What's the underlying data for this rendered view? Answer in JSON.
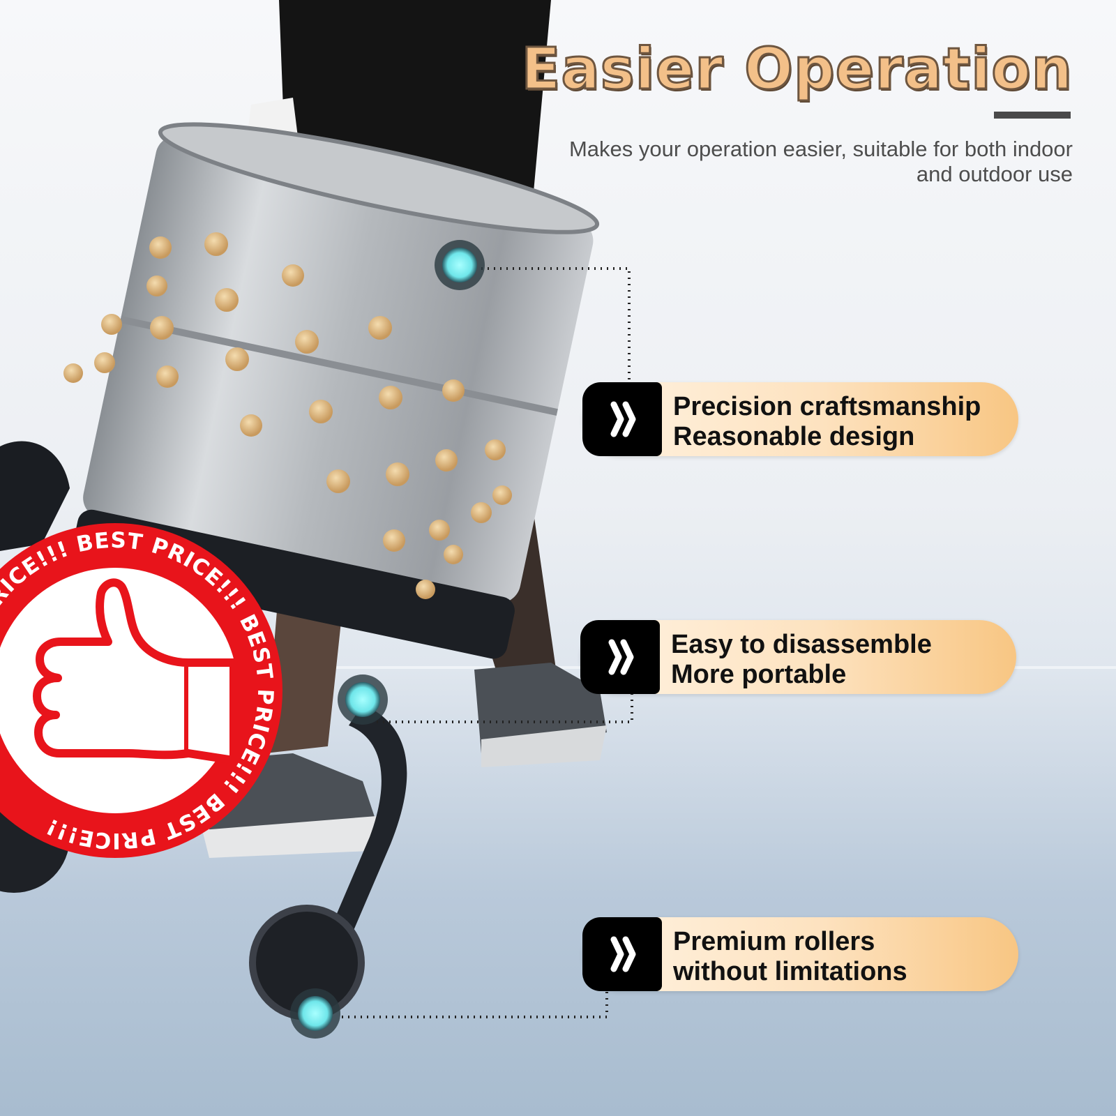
{
  "header": {
    "title": "Easier Operation",
    "subtitle": "Makes your operation easier, suitable for both indoor and outdoor use"
  },
  "features": [
    {
      "line1": "Precision craftsmanship",
      "line2": "Reasonable design",
      "icon": "double-chevron-right-icon"
    },
    {
      "line1": "Easy to disassemble",
      "line2": "More portable",
      "icon": "double-chevron-right-icon"
    },
    {
      "line1": "Premium rollers",
      "line2": "without limitations",
      "icon": "double-chevron-right-icon"
    }
  ],
  "badge": {
    "text": "BEST PRICE!!! BEST PRICE!!! BEST PRICE!!! BEST PRICE!!!",
    "icon": "thumbs-up-icon"
  },
  "colors": {
    "title_fill": "#f3c089",
    "callout_gradient_end": "#f8c683",
    "stamp_red": "#e8141b",
    "marker_cyan": "#7ff3f3"
  }
}
